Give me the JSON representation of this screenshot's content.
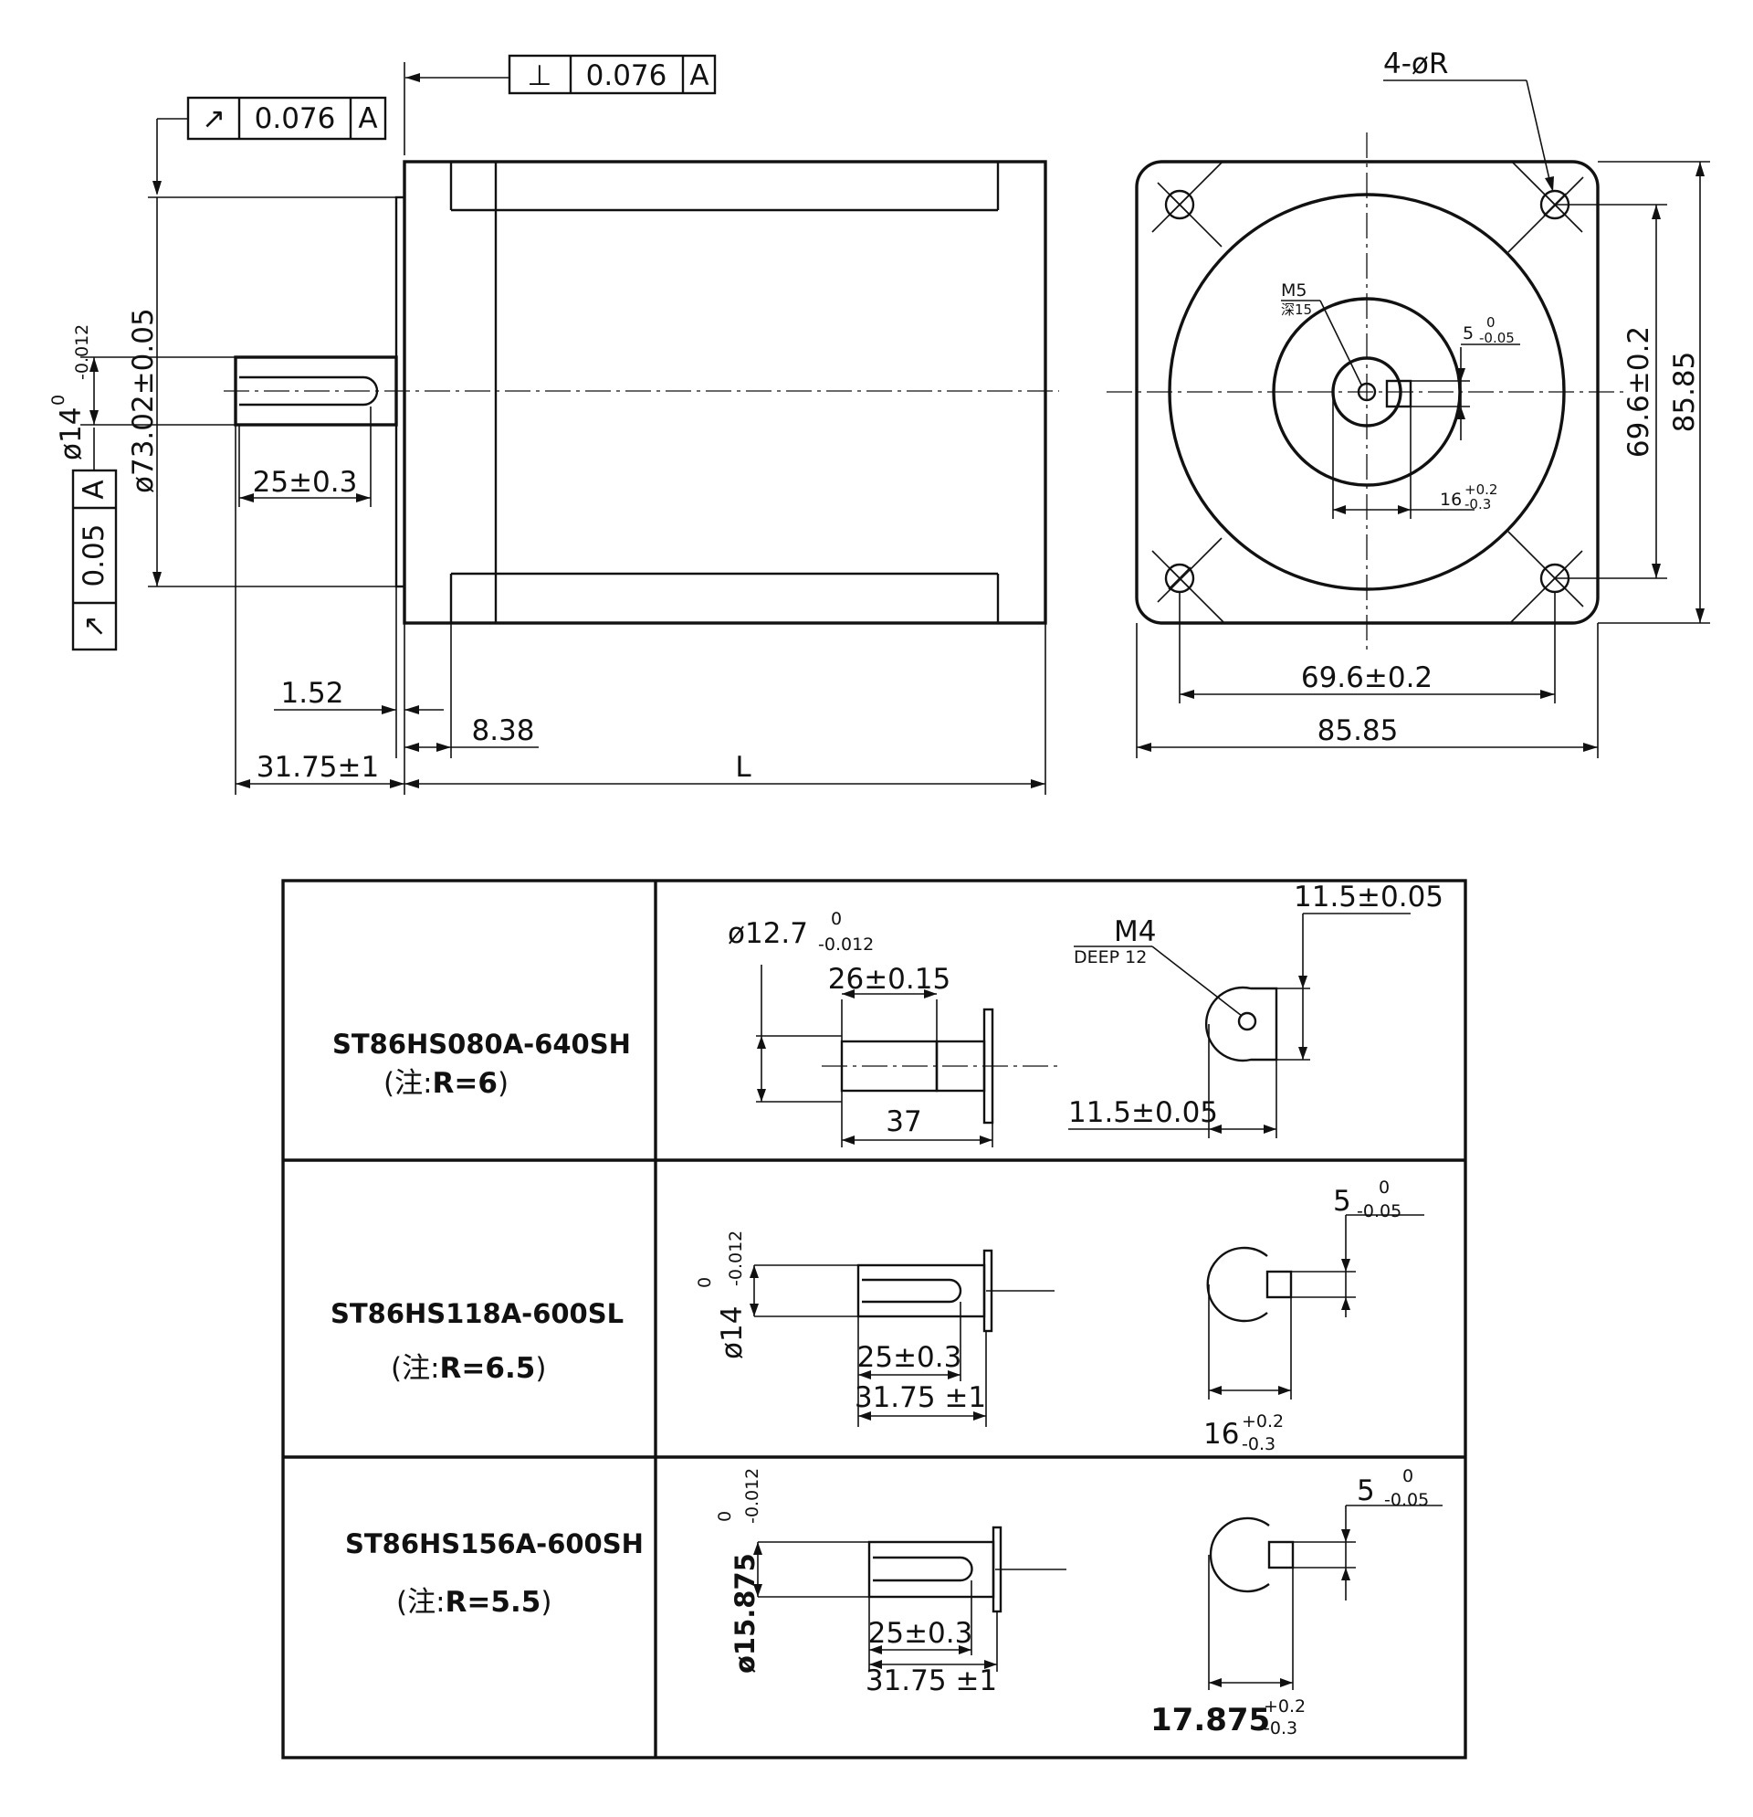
{
  "top_view": {
    "fcf_perp": {
      "symbol": "⊥",
      "value": "0.076",
      "datum": "A"
    },
    "fcf_runout_top": {
      "symbol": "↗",
      "value": "0.076",
      "datum": "A"
    },
    "fcf_runout_left": {
      "symbol": "↗",
      "value": "0.05",
      "datum": "A"
    },
    "dim_shaft_dia": "ø14",
    "dim_shaft_dia_up": "0",
    "dim_shaft_dia_lo": "-0.012",
    "dim_pilot_dia": "ø73.02±0.05",
    "dim_key_len": "25±0.3",
    "dim_flange_step": "1.52",
    "dim_flange_thk": "8.38",
    "dim_shaft_len": "31.75±1",
    "dim_body_len": "L"
  },
  "end_view": {
    "holes": "4-øR",
    "thread": "M5",
    "thread_depth": "深15",
    "key_width": "5",
    "key_width_up": "0",
    "key_width_lo": "-0.05",
    "key_height": "16",
    "key_height_up": "+0.2",
    "key_height_lo": "-0.3",
    "hole_pitch_v": "69.6±0.2",
    "size_v": "85.85",
    "hole_pitch_h": "69.6±0.2",
    "size_h": "85.85"
  },
  "table": {
    "rows": [
      {
        "model": "ST86HS080A-640SH",
        "note_prefix": "(注:",
        "note_value": "R=6",
        "note_suffix": ")",
        "dia": "ø12.7",
        "dia_up": "0",
        "dia_lo": "-0.012",
        "flat_len": "26±0.15",
        "shaft_len": "37",
        "thread": "M4",
        "thread_depth": "DEEP 12",
        "flat_v": "11.5±0.05",
        "flat_h": "11.5±0.05"
      },
      {
        "model": "ST86HS118A-600SL",
        "note_prefix": "(注:",
        "note_value": "R=6.5",
        "note_suffix": ")",
        "dia": "ø14",
        "dia_up": "0",
        "dia_lo": "-0.012",
        "key_len": "25±0.3",
        "shaft_len": "31.75 ±1",
        "key_w": "5",
        "key_w_up": "0",
        "key_w_lo": "-0.05",
        "key_h": "16",
        "key_h_up": "+0.2",
        "key_h_lo": "-0.3"
      },
      {
        "model": "ST86HS156A-600SH",
        "note_prefix": "(注:",
        "note_value": "R=5.5",
        "note_suffix": ")",
        "dia": "ø15.875",
        "dia_up": "0",
        "dia_lo": "-0.012",
        "key_len": "25±0.3",
        "shaft_len": "31.75 ±1",
        "key_w": "5",
        "key_w_up": "0",
        "key_w_lo": "-0.05",
        "key_h": "17.875",
        "key_h_up": "+0.2",
        "key_h_lo": "-0.3"
      }
    ]
  }
}
